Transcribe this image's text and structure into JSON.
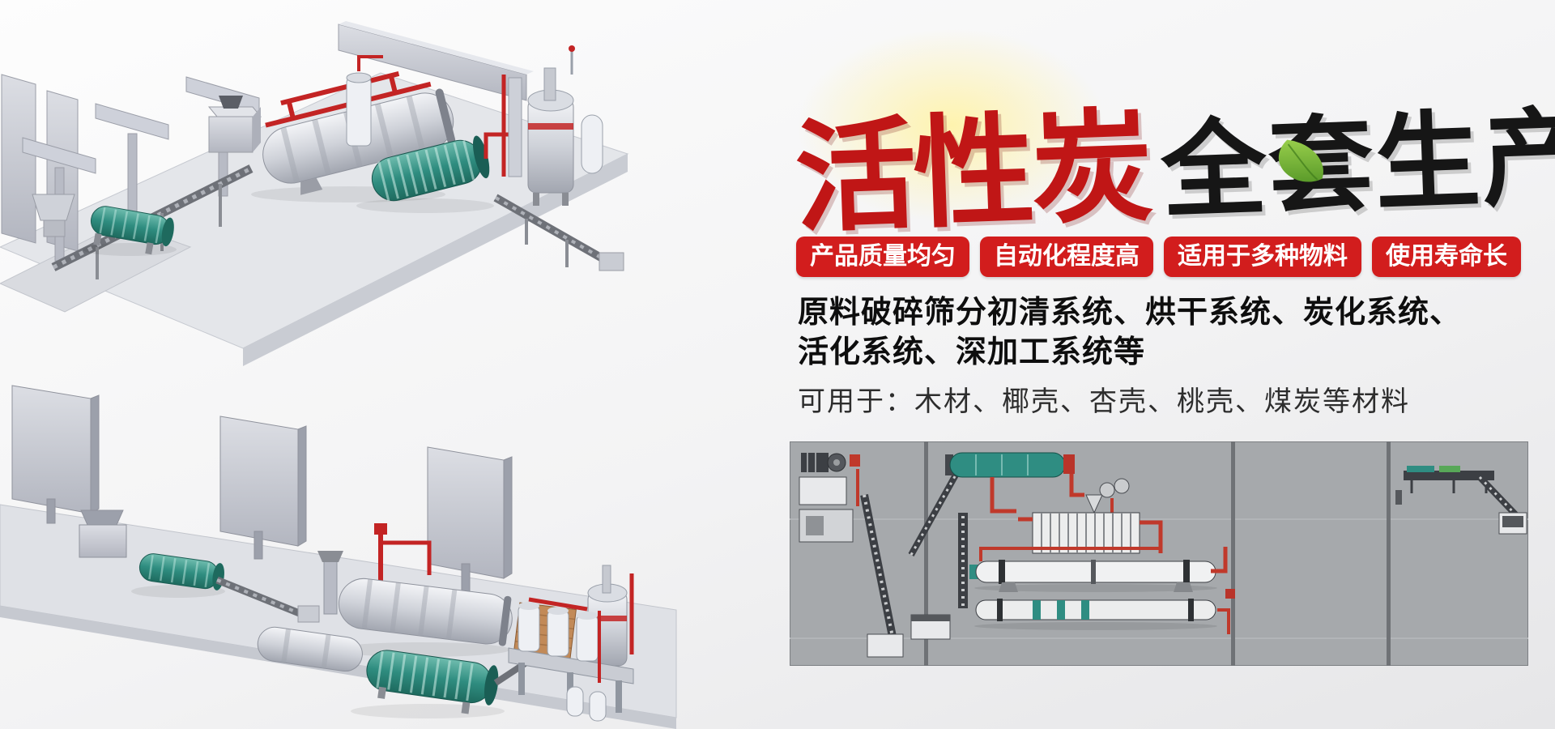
{
  "colors": {
    "badge_red": "#d21d1d",
    "title_red": "#c01616",
    "title_black": "#161616",
    "leaf_green": "#67b52b",
    "page_bg": "#f3f3f4",
    "schematic_bg": "#a6a9ac",
    "pipe_red": "#c32424",
    "drum_teal": "#2f8d80"
  },
  "hero": {
    "title_red": "活性炭",
    "title_black": "全套生产线",
    "badges": [
      "产品质量均匀",
      "自动化程度高",
      "适用于多种物料",
      "使用寿命长"
    ],
    "desc_line1": "原料破碎筛分初清系统、烘干系统、炭化系统、",
    "desc_line2": "活化系统、深加工系统等",
    "usage": "可用于：木材、椰壳、杏壳、桃壳、煤炭等材料"
  }
}
